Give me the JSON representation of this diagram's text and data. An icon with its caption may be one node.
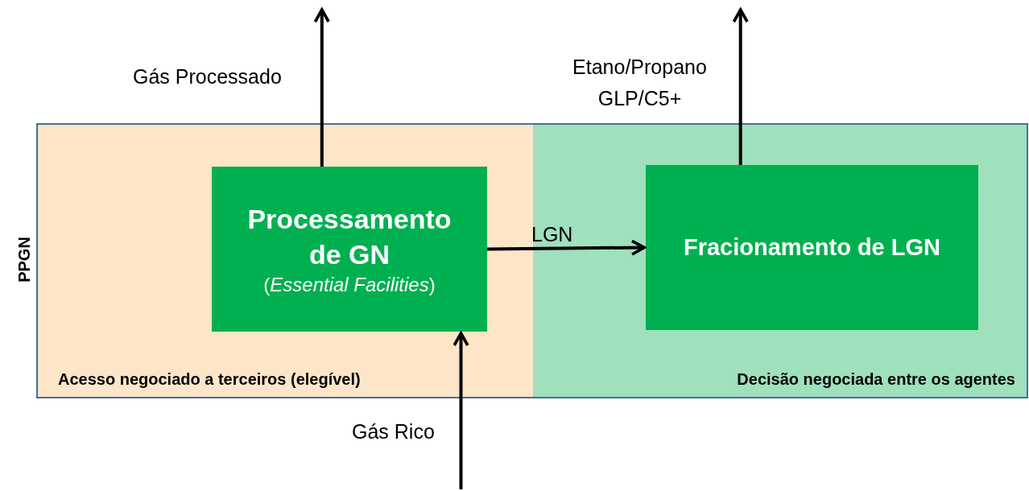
{
  "diagram": {
    "nodes": [
      {
        "text": [
          "PPGN"
        ]
      },
      {
        "text": [
          "Acesso negociado a terceiros (elegível)"
        ],
        "in": 0
      },
      {
        "text": [
          "Processamento de GN",
          "(*Essential Facilities*)"
        ],
        "in": 1
      },
      {
        "text": [
          "Decisão negociada entre os agentes"
        ],
        "in": 0
      },
      {
        "text": [
          "Fracionamento de LGN"
        ],
        "in": 3
      }
    ],
    "edges": [
      {
        "from": 2,
        "to": null,
        "arrow": "to",
        "label": "Gás Processado"
      },
      {
        "from": 4,
        "to": null,
        "arrow": "to",
        "label": "Etano/Propano GLP/C5+"
      },
      {
        "from": 2,
        "to": 4,
        "arrow": "to",
        "label": "LGN"
      },
      {
        "from": null,
        "to": 2,
        "arrow": "to",
        "label": "Gás Rico"
      }
    ]
  }
}
